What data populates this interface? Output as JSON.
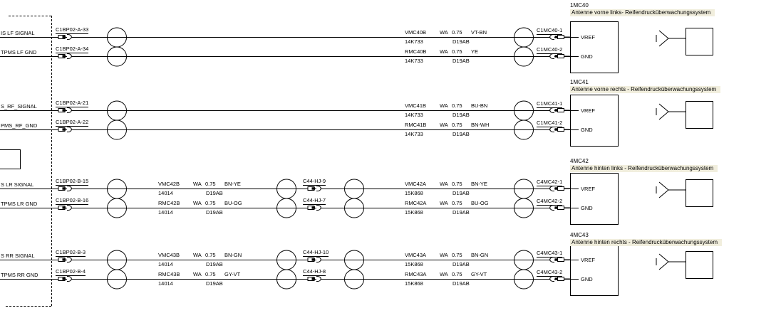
{
  "sections": [
    {
      "code": "1MC40",
      "title": "Antenne vorne links- Reifendrucküberwachungssystem",
      "signals": [
        "IS LF SIGNAL",
        "TPMS LF GND"
      ],
      "left_conn": [
        "C1BP02-A-33",
        "C1BP02-A-34"
      ],
      "right_conn": [
        "C1MC40-1",
        "C1MC40-2"
      ],
      "ecu_pins": [
        "VREF",
        "GND"
      ],
      "block_right": [
        {
          "circuit": "VMC40B",
          "harness": "14K733",
          "spec": "WA",
          "size": "0.75",
          "color": "VT-BN",
          "code": "D19AB"
        },
        {
          "circuit": "RMC40B",
          "harness": "14K733",
          "spec": "WA",
          "size": "0.75",
          "color": "YE",
          "code": "D19AB"
        }
      ]
    },
    {
      "code": "1MC41",
      "title": "Antenne vorne rechts - Reifendrucküberwachungssystem",
      "signals": [
        "S_RF_SIGNAL",
        "PMS_RF_GND"
      ],
      "left_conn": [
        "C1BP02-A-21",
        "C1BP02-A-22"
      ],
      "right_conn": [
        "C1MC41-1",
        "C1MC41-2"
      ],
      "ecu_pins": [
        "VREF",
        "GND"
      ],
      "block_right": [
        {
          "circuit": "VMC41B",
          "harness": "14K733",
          "spec": "WA",
          "size": "0.75",
          "color": "BU-BN",
          "code": "D19AB"
        },
        {
          "circuit": "RMC41B",
          "harness": "14K733",
          "spec": "WA",
          "size": "0.75",
          "color": "BN-WH",
          "code": "D19AB"
        }
      ]
    },
    {
      "code": "4MC42",
      "title": "Antenne hinten links - Reifendrucküberwachungssystem",
      "signals": [
        "S LR SIGNAL",
        "TPMS LR GND"
      ],
      "left_conn": [
        "C1BP02-B-15",
        "C1BP02-B-16"
      ],
      "mid_conn": [
        "C44-HJ-9",
        "C44-HJ-7"
      ],
      "right_conn": [
        "C4MC42-1",
        "C4MC42-2"
      ],
      "ecu_pins": [
        "VREF",
        "GND"
      ],
      "block_left": [
        {
          "circuit": "VMC42B",
          "harness": "14014",
          "spec": "WA",
          "size": "0.75",
          "color": "BN-YE",
          "code": "D19AB"
        },
        {
          "circuit": "RMC42B",
          "harness": "14014",
          "spec": "WA",
          "size": "0.75",
          "color": "BU-OG",
          "code": "D19AB"
        }
      ],
      "block_right": [
        {
          "circuit": "VMC42A",
          "harness": "15K868",
          "spec": "WA",
          "size": "0.75",
          "color": "BN-YE",
          "code": "D19AB"
        },
        {
          "circuit": "RMC42A",
          "harness": "15K868",
          "spec": "WA",
          "size": "0.75",
          "color": "BU-OG",
          "code": "D19AB"
        }
      ]
    },
    {
      "code": "4MC43",
      "title": "Antenne hinten rechts - Reifendrucküberwachungssystem",
      "signals": [
        "S RR SIGNAL",
        "TPMS RR GND"
      ],
      "left_conn": [
        "C1BP02-B-3",
        "C1BP02-B-4"
      ],
      "mid_conn": [
        "C44-HJ-10",
        "C44-HJ-8"
      ],
      "right_conn": [
        "C4MC43-1",
        "C4MC43-2"
      ],
      "ecu_pins": [
        "VREF",
        "GND"
      ],
      "block_left": [
        {
          "circuit": "VMC43B",
          "harness": "14014",
          "spec": "WA",
          "size": "0.75",
          "color": "BN-GN",
          "code": "D19AB"
        },
        {
          "circuit": "RMC43B",
          "harness": "14014",
          "spec": "WA",
          "size": "0.75",
          "color": "GY-VT",
          "code": "D19AB"
        }
      ],
      "block_right": [
        {
          "circuit": "VMC43A",
          "harness": "15K868",
          "spec": "WA",
          "size": "0.75",
          "color": "BN-GN",
          "code": "D19AB"
        },
        {
          "circuit": "RMC43A",
          "harness": "15K868",
          "spec": "WA",
          "size": "0.75",
          "color": "GY-VT",
          "code": "D19AB"
        }
      ]
    }
  ]
}
